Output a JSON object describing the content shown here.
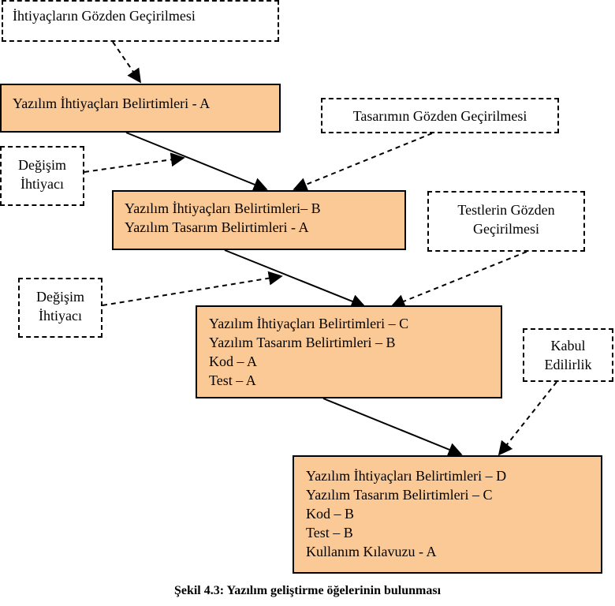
{
  "review_boxes": {
    "requirements_review": "İhtiyaçların Gözden Geçirilmesi",
    "design_review": "Tasarımın Gözden Geçirilmesi",
    "test_review": [
      "Testlerin Gözden",
      "Geçirilmesi"
    ],
    "change_need_1": [
      "Değişim",
      "İhtiyacı"
    ],
    "change_need_2": [
      "Değişim",
      "İhtiyacı"
    ],
    "acceptance": [
      "Kabul",
      "Edilirlik"
    ]
  },
  "stages": [
    [
      "Yazılım İhtiyaçları Belirtimleri  - A"
    ],
    [
      "Yazılım İhtiyaçları Belirtimleri– B",
      "Yazılım Tasarım Belirtimleri - A"
    ],
    [
      "Yazılım İhtiyaçları Belirtimleri – C",
      "Yazılım Tasarım Belirtimleri – B",
      "Kod – A",
      "Test – A"
    ],
    [
      "Yazılım İhtiyaçları Belirtimleri – D",
      "Yazılım Tasarım Belirtimleri – C",
      "Kod – B",
      "Test – B",
      "Kullanım Kılavuzu - A"
    ]
  ],
  "caption": "Şekil 4.3: Yazılım geliştirme öğelerinin bulunması",
  "colors": {
    "stage_fill": "#fbc996",
    "border": "#000000"
  }
}
